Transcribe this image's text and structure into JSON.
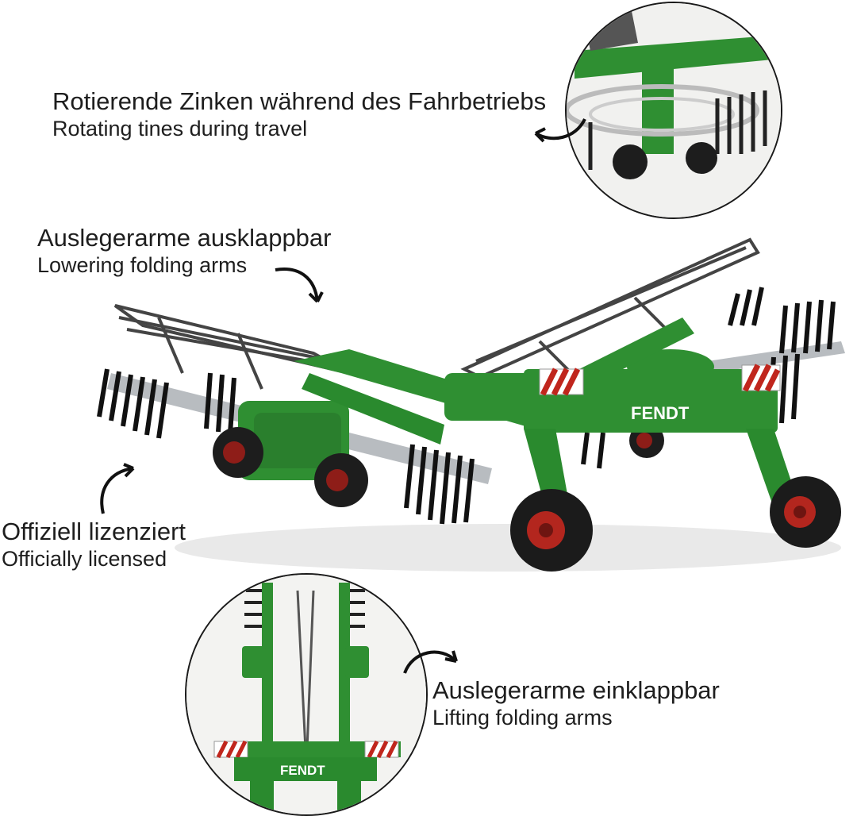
{
  "captions": {
    "rotating": {
      "de": "Rotierende Zinken während des Fahrbetriebs",
      "en": "Rotating tines during travel"
    },
    "lowering": {
      "de": "Auslegerarme ausklappbar",
      "en": "Lowering folding arms"
    },
    "licensed": {
      "de": "Offiziell lizenziert",
      "en": "Officially licensed"
    },
    "lifting": {
      "de": "Auslegerarme einklappbar",
      "en": "Lifting folding arms"
    }
  },
  "brand": {
    "name": "FENDT",
    "green": "#2f8f32",
    "dark_green": "#1f6e24",
    "red": "#b3261e"
  },
  "icons": [
    "curved-arrow-icon"
  ]
}
